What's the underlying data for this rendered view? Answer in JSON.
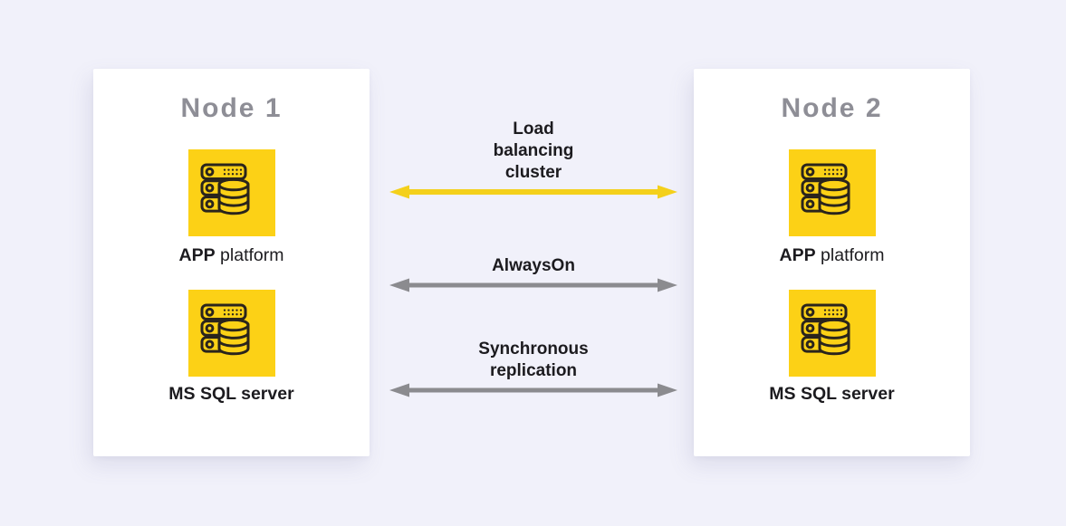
{
  "nodes": [
    {
      "title": "Node 1",
      "items": [
        {
          "strong": "APP",
          "rest": " platform",
          "icon": "server-database-icon"
        },
        {
          "strong": "MS SQL server",
          "rest": "",
          "icon": "server-database-icon"
        }
      ]
    },
    {
      "title": "Node 2",
      "items": [
        {
          "strong": "APP",
          "rest": " platform",
          "icon": "server-database-icon"
        },
        {
          "strong": "MS SQL server",
          "rest": "",
          "icon": "server-database-icon"
        }
      ]
    }
  ],
  "connectors": [
    {
      "label": "Load\nbalancing\ncluster",
      "color": "#F4D01B",
      "direction": "bidirectional"
    },
    {
      "label": "AlwaysOn",
      "color": "#8B8B8F",
      "direction": "bidirectional"
    },
    {
      "label": "Synchronous\nreplication",
      "color": "#8B8B8F",
      "direction": "bidirectional"
    }
  ],
  "colors": {
    "page_bg": "#F1F1FA",
    "card_bg": "#FFFFFF",
    "title_gray": "#8E8E96",
    "text_dark": "#1C1B1F",
    "icon_yellow": "#FCD116",
    "icon_stroke": "#2A241C"
  }
}
